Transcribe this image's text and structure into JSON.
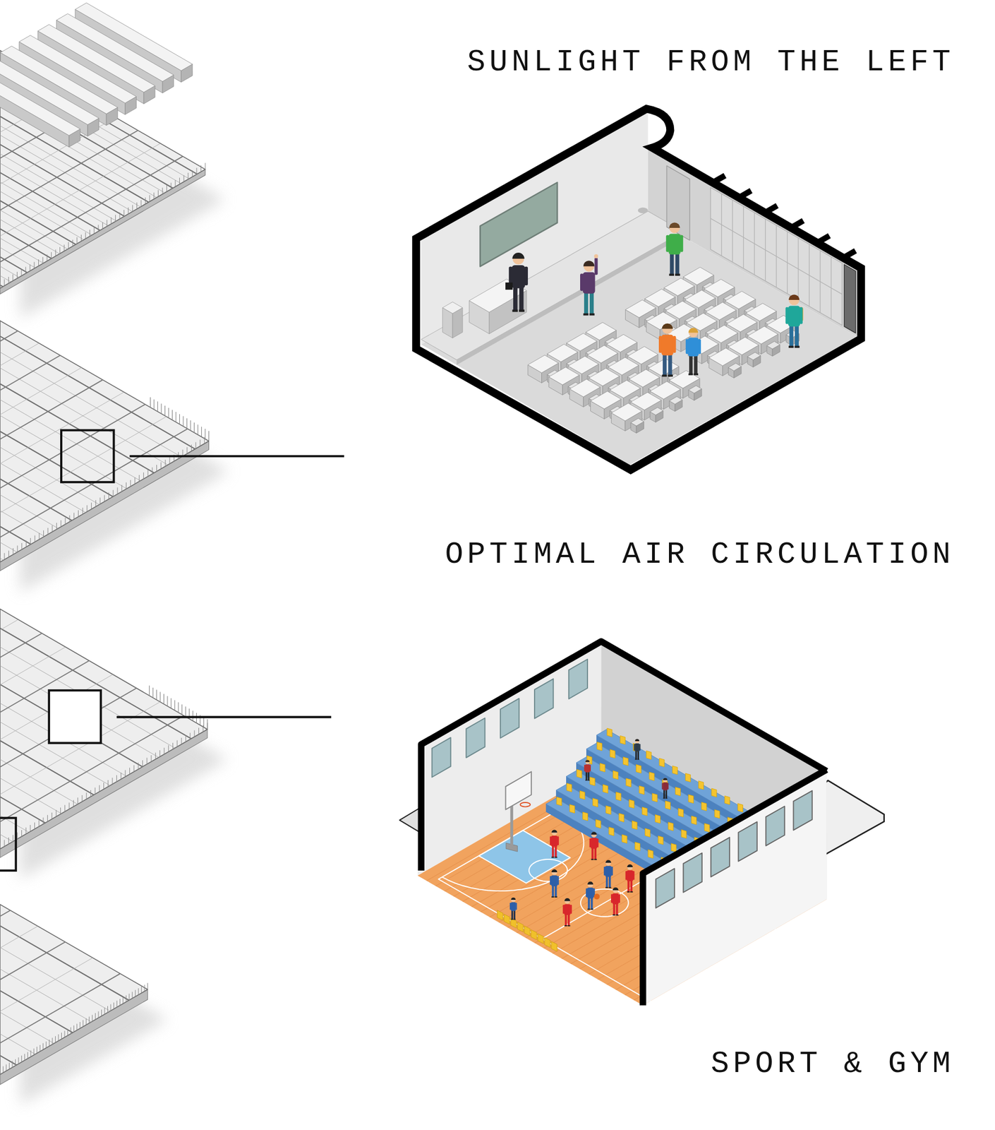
{
  "diagram": {
    "labels": [
      "SUNLIGHT FROM THE LEFT",
      "OPTIMAL AIR CIRCULATION",
      "SPORT & GYM"
    ]
  }
}
